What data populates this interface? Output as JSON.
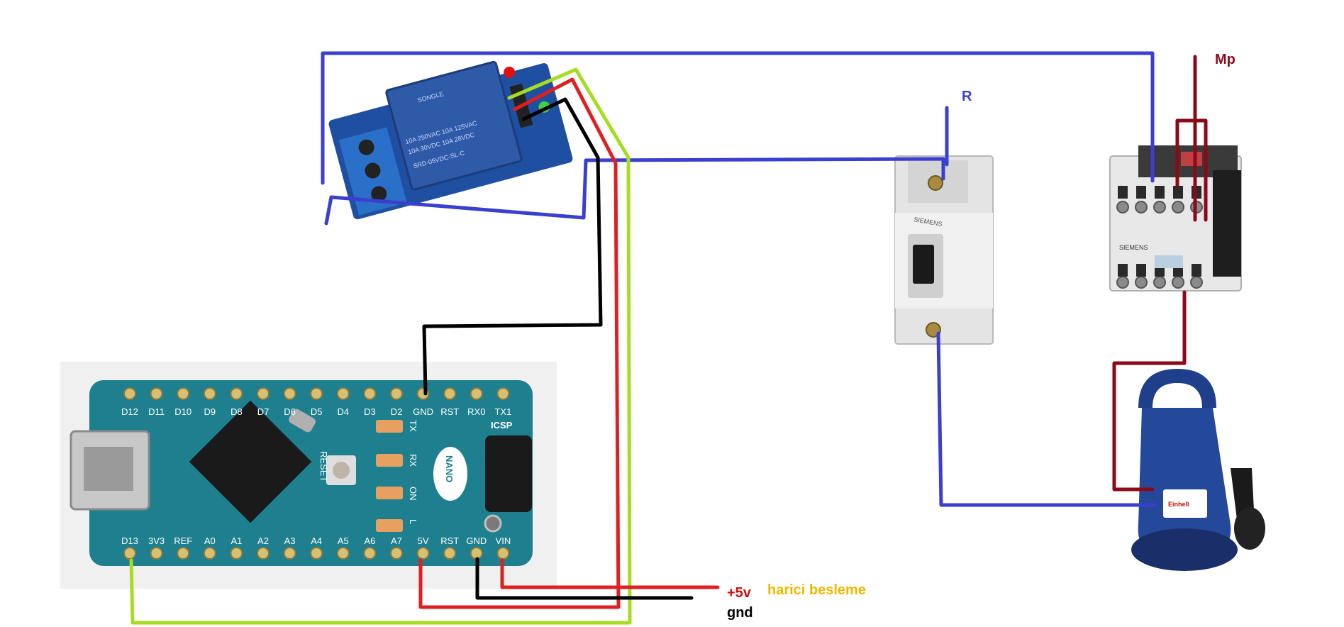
{
  "labels": {
    "r": "R",
    "mp": "Mp",
    "plus5v": "+5v",
    "gnd": "gnd",
    "external_supply": "harici besleme"
  },
  "arduino": {
    "board_name": "NANO",
    "top_pins": [
      "D12",
      "D11",
      "D10",
      "D9",
      "D8",
      "D7",
      "D6",
      "D5",
      "D4",
      "D3",
      "D2",
      "GND",
      "RST",
      "RX0",
      "TX1"
    ],
    "bottom_pins": [
      "D13",
      "3V3",
      "REF",
      "A0",
      "A1",
      "A2",
      "A3",
      "A4",
      "A5",
      "A6",
      "A7",
      "5V",
      "RST",
      "GND",
      "VIN"
    ],
    "icsp": "ICSP",
    "reset": "RESET",
    "leds": [
      "TX",
      "RX",
      "ON",
      "L"
    ]
  },
  "relay": {
    "brand": "SONGLE",
    "model": "SRD-05VDC-SL-C",
    "rating_1": "10A 250VAC  10A 125VAC",
    "rating_2": "10A 30VDC  10A 28VDC"
  },
  "breaker": {
    "brand": "SIEMENS"
  },
  "contactor": {
    "brand": "SIEMENS"
  },
  "pump": {
    "brand": "Einhell"
  },
  "colors": {
    "wire_blue": "#3a3fcf",
    "wire_red": "#e02020",
    "wire_black": "#000000",
    "wire_green": "#a6dc22",
    "wire_darkred": "#8b0a1a",
    "label_red": "#d01010",
    "label_yellow": "#f0b800",
    "label_blue": "#3a3fcf",
    "label_darkred": "#8b0a1a",
    "board_teal": "#1e7f8e",
    "relay_blue": "#2e5aa8"
  }
}
